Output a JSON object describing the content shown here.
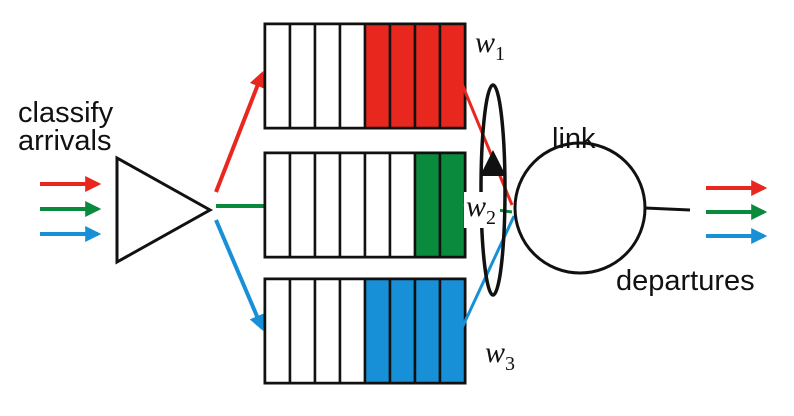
{
  "labels": {
    "classify": "classify",
    "arrivals": "arrivals",
    "link": "link",
    "departures": "departures"
  },
  "weights": [
    {
      "letter": "w",
      "sub": "1"
    },
    {
      "letter": "w",
      "sub": "2"
    },
    {
      "letter": "w",
      "sub": "3"
    }
  ],
  "colors": {
    "red": "#e8281e",
    "green": "#0a8a3c",
    "blue": "#1790d8",
    "outline": "#111111"
  },
  "queues": [
    {
      "color_key": "red",
      "total_slots": 8,
      "filled_slots": 4
    },
    {
      "color_key": "green",
      "total_slots": 8,
      "filled_slots": 2
    },
    {
      "color_key": "blue",
      "total_slots": 8,
      "filled_slots": 4
    }
  ]
}
